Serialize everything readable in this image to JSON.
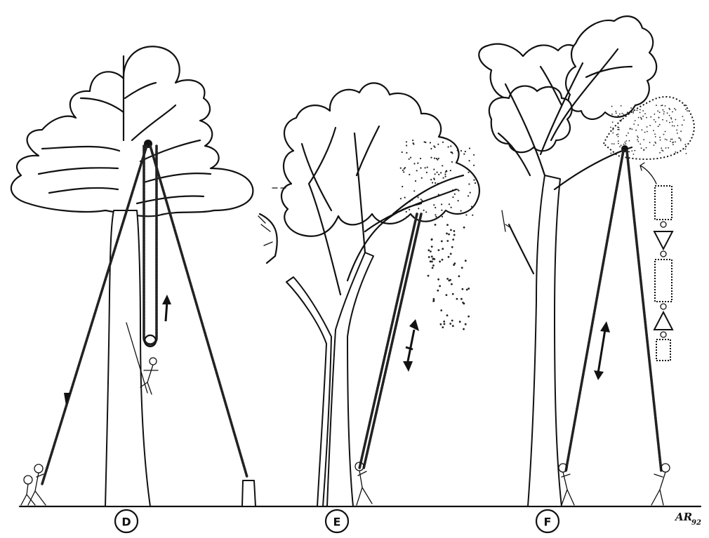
{
  "panels": [
    {
      "id": "D",
      "label": "D"
    },
    {
      "id": "E",
      "label": "E"
    },
    {
      "id": "F",
      "label": "F"
    }
  ],
  "signature": {
    "initials": "AR",
    "year": "92"
  },
  "colors": {
    "ink": "#111111",
    "background": "#ffffff"
  }
}
